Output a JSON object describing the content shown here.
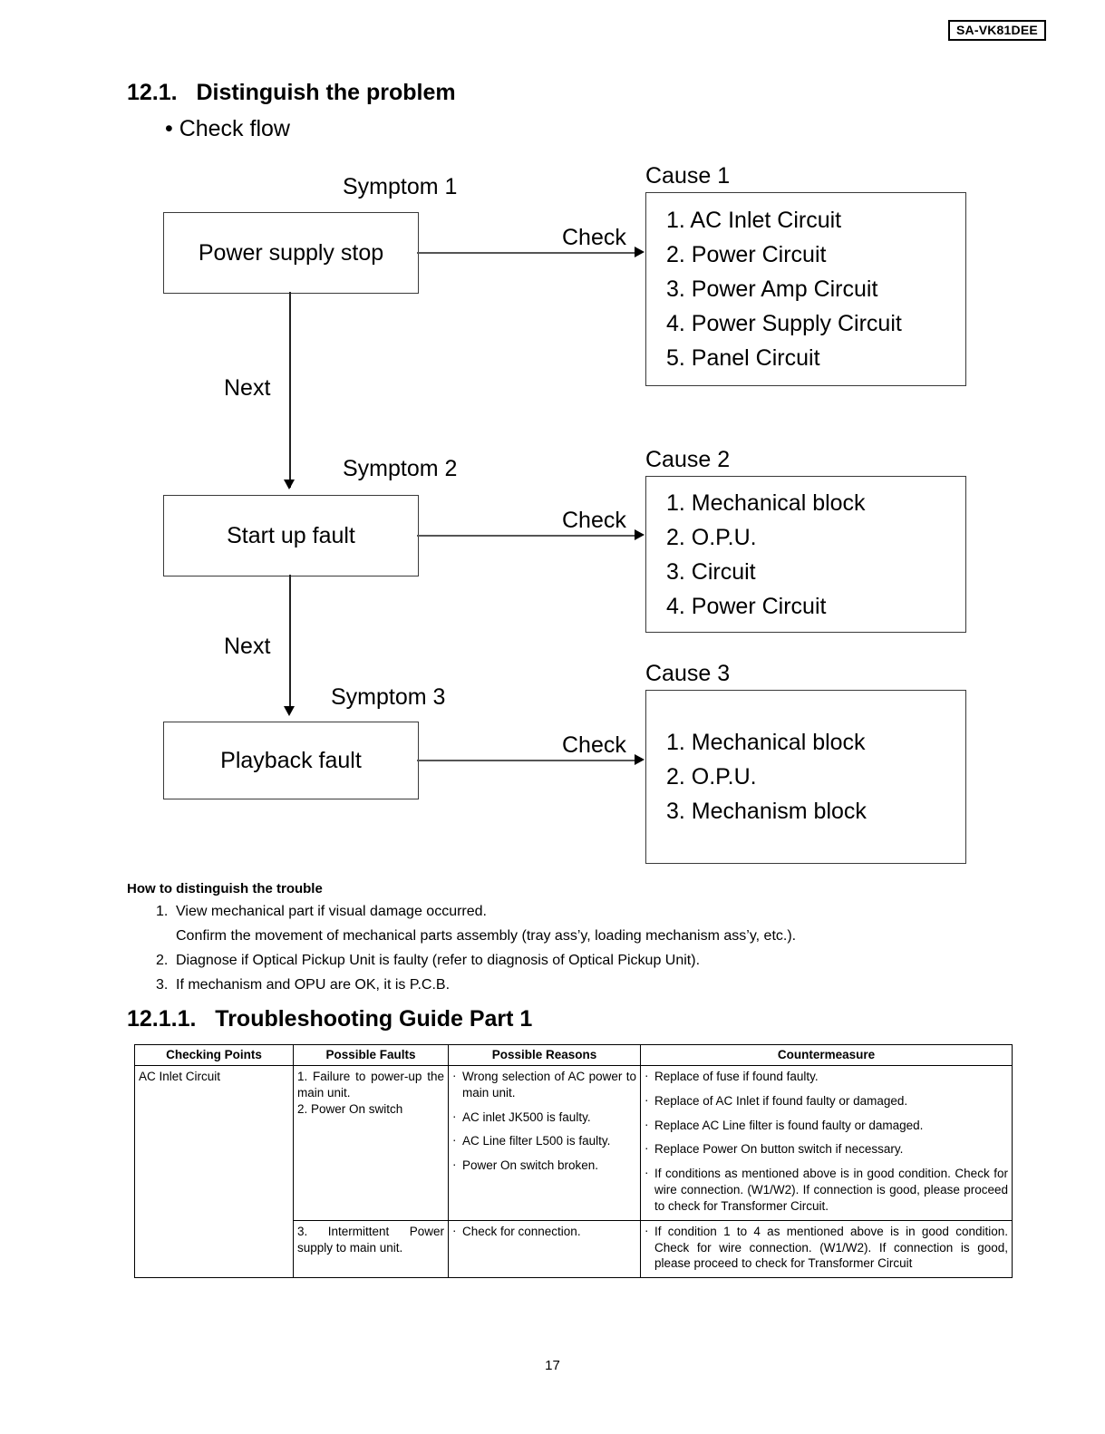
{
  "header": {
    "model": "SA-VK81DEE"
  },
  "sections": {
    "s12_1": {
      "number": "12.1.",
      "title": "Distinguish the problem"
    },
    "s12_1_1": {
      "number": "12.1.1.",
      "title": "Troubleshooting Guide Part 1"
    },
    "bullet": "• Check flow"
  },
  "flow": {
    "labels": {
      "check": "Check",
      "next": "Next"
    },
    "steps": [
      {
        "symptom_label": "Symptom 1",
        "symptom_box": "Power supply stop",
        "cause_label": "Cause 1",
        "cause_items": [
          "1. AC Inlet Circuit",
          "2. Power Circuit",
          "3. Power Amp Circuit",
          "4. Power Supply Circuit",
          "5. Panel Circuit"
        ]
      },
      {
        "symptom_label": "Symptom 2",
        "symptom_box": "Start up fault",
        "cause_label": "Cause 2",
        "cause_items": [
          "1. Mechanical block",
          "2. O.P.U.",
          "3. Circuit",
          "4. Power Circuit"
        ]
      },
      {
        "symptom_label": "Symptom 3",
        "symptom_box": "Playback fault",
        "cause_label": "Cause 3",
        "cause_items": [
          "1. Mechanical block",
          "2. O.P.U.",
          "3. Mechanism block"
        ]
      }
    ]
  },
  "howto": {
    "title": "How to distinguish the trouble",
    "items": [
      {
        "n": "1.",
        "text": "View mechanical part if visual damage occurred."
      },
      {
        "n": "2.",
        "text": "Diagnose if Optical Pickup Unit is faulty (refer to diagnosis of Optical Pickup Unit)."
      },
      {
        "n": "3.",
        "text": "If mechanism and OPU are OK, it is P.C.B."
      }
    ],
    "continuation": "Confirm the movement of mechanical parts assembly (tray ass’y, loading mechanism ass’y, etc.)."
  },
  "table": {
    "headers": [
      "Checking Points",
      "Possible Faults",
      "Possible Reasons",
      "Countermeasure"
    ],
    "rows": [
      {
        "checking_point": "AC Inlet Circuit",
        "possible_faults": [
          "1.  Failure  to  power-up the main unit.",
          "2. Power On switch"
        ],
        "possible_reasons": [
          "Wrong   selection   of   AC power to main unit.",
          "AC inlet JK500 is faulty.",
          "AC   Line   filter   L500   is faulty.",
          "Power On switch broken."
        ],
        "countermeasures": [
          "Replace of fuse if found faulty.",
          "Replace of AC Inlet if found faulty or damaged.",
          "Replace AC Line filter is found faulty or damaged.",
          "Replace Power On button switch if necessary.",
          "If conditions as mentioned above is in good condition. Check for wire connection. (W1/W2). If connection is good, please proceed to check for Transformer Circuit."
        ]
      },
      {
        "checking_point": "",
        "possible_faults": [
          "3.    Intermittent    Power supply to main unit."
        ],
        "possible_reasons": [
          "Check for connection."
        ],
        "countermeasures": [
          "If condition 1 to 4 as mentioned above is in good condition. Check for wire connection. (W1/W2). If connection is good, please proceed to check for Transformer Circuit"
        ]
      }
    ],
    "bullet_glyph": "·"
  },
  "footer": {
    "page_number": "17"
  }
}
